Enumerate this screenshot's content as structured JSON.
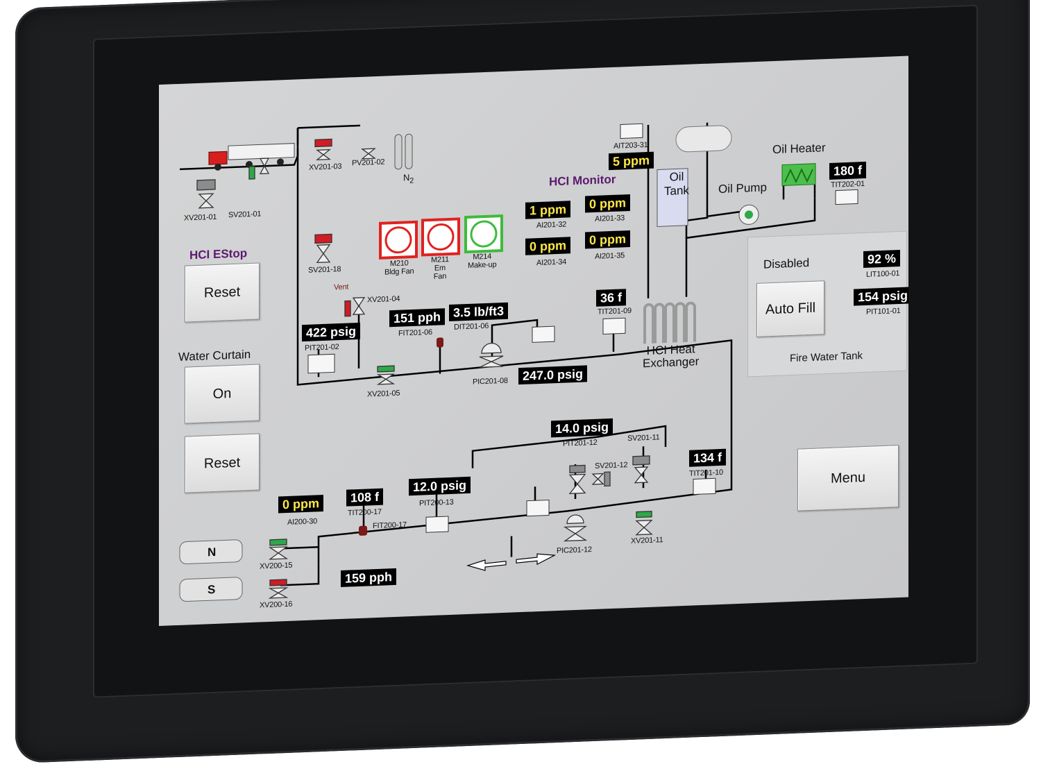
{
  "estop": {
    "title": "HCI EStop",
    "reset_label": "Reset"
  },
  "water_curtain": {
    "title": "Water Curtain",
    "on_label": "On",
    "reset_label": "Reset"
  },
  "menu_label": "Menu",
  "fire_water_tank": {
    "status": "Disabled",
    "auto_fill_label": "Auto Fill",
    "title": "Fire Water Tank",
    "level": "92 %",
    "level_tag": "LIT100-01",
    "pressure": "154 psig",
    "pressure_tag": "PIT101-01"
  },
  "hci_monitor": {
    "title": "HCI Monitor",
    "readings": [
      {
        "value": "1 ppm",
        "tag": "AI201-32"
      },
      {
        "value": "0 ppm",
        "tag": "AI201-33"
      },
      {
        "value": "0 ppm",
        "tag": "AI201-34"
      },
      {
        "value": "0 ppm",
        "tag": "AI201-35"
      }
    ]
  },
  "fans": [
    {
      "id": "M210",
      "name": "Bldg Fan",
      "status_color": "#e0221f"
    },
    {
      "id": "M211",
      "name": "Em\nFan",
      "name_line1": "Em",
      "name_line2": "Fan",
      "status_color": "#e0221f"
    },
    {
      "id": "M214",
      "name": "Make-up",
      "status_color": "#3dbb3a"
    }
  ],
  "valves": {
    "xv201_01": "XV201-01",
    "sv201_01": "SV201-01",
    "xv201_03": "XV201-03",
    "pv201_02": "PV201-02",
    "n2": "N",
    "n2_sub": "2",
    "sv201_18": "SV201-18",
    "vent": "Vent",
    "xv201_04": "XV201-04",
    "xv201_05": "XV201-05",
    "pic201_08": "PIC201-08",
    "sv201_11": "SV201-11",
    "sv201_12": "SV201-12",
    "pic201_12": "PIC201-12",
    "xv201_11": "XV201-11",
    "xv200_15": "XV200-15",
    "xv200_16": "XV200-16"
  },
  "instruments": {
    "ait203_31": {
      "tag": "AIT203-31",
      "value": "5 ppm"
    },
    "pit201_02": {
      "tag": "PIT201-02",
      "value": "422 psig"
    },
    "fit201_06": {
      "tag": "FIT201-06",
      "value": "151 pph"
    },
    "dit201_06": {
      "tag": "DIT201-06",
      "value": "3.5 lb/ft3"
    },
    "tit201_09": {
      "tag": "TIT201-09",
      "value": "36 f"
    },
    "pic201_08": {
      "value": "247.0 psig"
    },
    "tit202_01": {
      "tag": "TIT202-01",
      "value": "180 f"
    },
    "pit201_12": {
      "tag": "PIT201-12",
      "value": "14.0 psig"
    },
    "tit201_10": {
      "tag": "TIT201-10",
      "value": "134 f"
    },
    "ai200_30": {
      "tag": "AI200-30",
      "value": "0 ppm"
    },
    "tit200_17": {
      "tag": "TIT200-17",
      "value": "108 f"
    },
    "fit200_17": {
      "tag": "FIT200-17",
      "value": "159 pph"
    },
    "pit200_13": {
      "tag": "PIT200-13",
      "value": "12.0 psig"
    }
  },
  "equipment": {
    "oil_tank_line1": "Oil",
    "oil_tank_line2": "Tank",
    "oil_pump": "Oil Pump",
    "oil_heater": "Oil Heater",
    "hx_line1": "HCI Heat",
    "hx_line2": "Exchanger",
    "cyl_n": "N",
    "cyl_s": "S"
  },
  "colors": {
    "valve_open": "#2fa84a",
    "valve_closed": "#d11c24",
    "valve_idle": "#8c8c8c",
    "pipe": "#000000"
  }
}
